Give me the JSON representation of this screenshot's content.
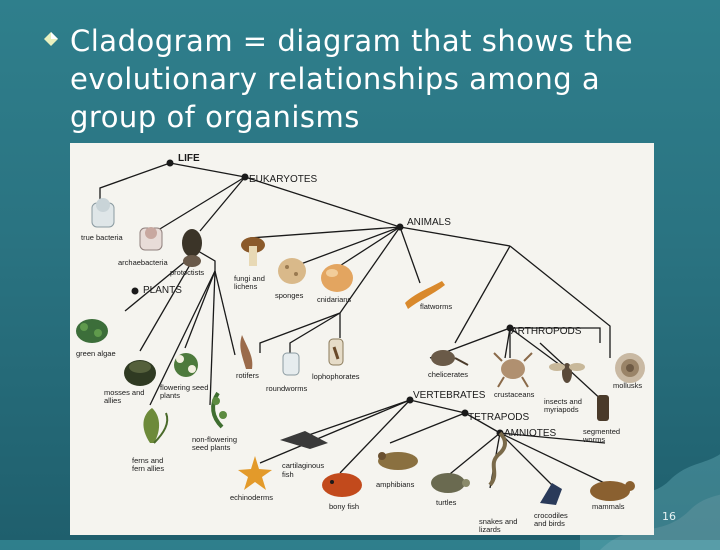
{
  "slide": {
    "title_lines": [
      "Cladogram = diagram that shows the",
      "evolutionary relationships among a",
      "group of organisms"
    ],
    "page_number": "16"
  },
  "diagram": {
    "labels": {
      "life": "LIFE",
      "eukaryotes": "EUKARYOTES",
      "animals": "ANIMALS",
      "plants": "PLANTS",
      "arthropods": "ARTHROPODS",
      "vertebrates": "VERTEBRATES",
      "tetrapods": "TETRAPODS",
      "amniotes": "AMNIOTES",
      "true_bacteria": "true bacteria",
      "archaebacteria": "archaebacteria",
      "protoctists": "protoctists",
      "fungi_1": "fungi and",
      "fungi_2": "lichens",
      "sponges": "sponges",
      "cnidarians": "cnidarians",
      "flatworms": "flatworms",
      "green_algae": "green algae",
      "mosses_1": "mosses and",
      "mosses_2": "allies",
      "flowering_1": "flowering seed",
      "flowering_2": "plants",
      "ferns_1": "ferns and",
      "ferns_2": "fern allies",
      "nonflowering_1": "non-flowering",
      "nonflowering_2": "seed plants",
      "rotifers": "rotifers",
      "roundworms": "roundworms",
      "lophophorates": "lophophorates",
      "chelicerates": "chelicerates",
      "crustaceans": "crustaceans",
      "insects_1": "insects and",
      "insects_2": "myriapods",
      "mollusks": "mollusks",
      "segmented_1": "segmented",
      "segmented_2": "worms",
      "echinoderms": "echinoderms",
      "cartilaginous_1": "cartilaginous",
      "cartilaginous_2": "fish",
      "bony_fish": "bony fish",
      "amphibians": "amphibians",
      "turtles": "turtles",
      "snakes_1": "snakes and",
      "snakes_2": "lizards",
      "crocodiles_1": "crocodiles",
      "crocodiles_2": "and birds",
      "mammals": "mammals"
    }
  }
}
